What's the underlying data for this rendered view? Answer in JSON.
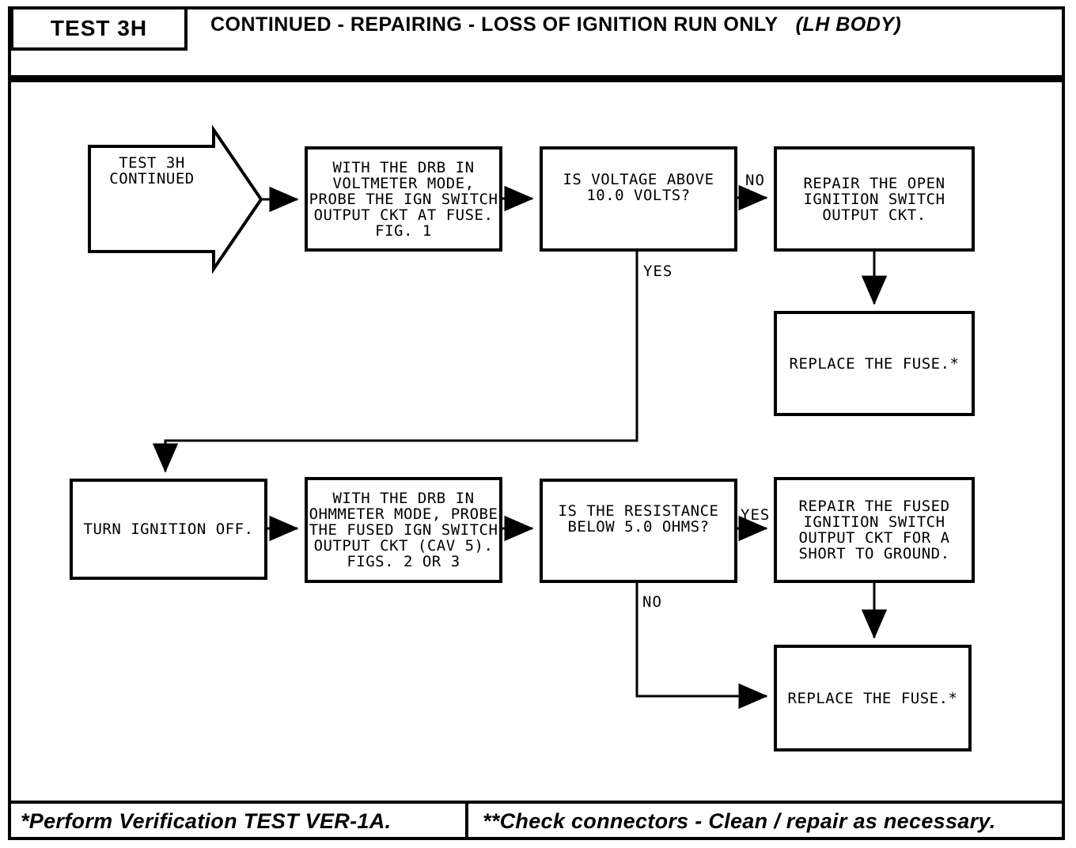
{
  "colors": {
    "ink": "#000000",
    "paper": "#ffffff"
  },
  "header": {
    "test_label": "TEST 3H",
    "title": "CONTINUED - REPAIRING - LOSS OF IGNITION RUN ONLY",
    "body_tag": "(LH BODY)"
  },
  "flowchart": {
    "start": {
      "text": "TEST 3H\nCONTINUED"
    },
    "boxes": {
      "probe_voltage": {
        "text": "WITH THE DRB IN\nVOLTMETER MODE,\nPROBE THE IGN SWITCH\nOUTPUT CKT AT FUSE.\nFIG. 1"
      },
      "voltage_question": {
        "text": "IS VOLTAGE ABOVE\n10.0 VOLTS?"
      },
      "repair_open": {
        "text": "REPAIR THE OPEN\nIGNITION SWITCH\nOUTPUT CKT."
      },
      "replace_fuse_1": {
        "text": "REPLACE THE FUSE.*"
      },
      "turn_ignition_off": {
        "text": "TURN IGNITION OFF."
      },
      "probe_resistance": {
        "text": "WITH THE DRB IN\nOHMMETER MODE, PROBE\nTHE FUSED IGN SWITCH\nOUTPUT CKT (CAV 5).\nFIGS. 2 OR 3"
      },
      "resistance_question": {
        "text": "IS THE RESISTANCE\nBELOW 5.0 OHMS?"
      },
      "repair_fused": {
        "text": "REPAIR THE FUSED\nIGNITION SWITCH\nOUTPUT CKT FOR A\nSHORT TO GROUND."
      },
      "replace_fuse_2": {
        "text": "REPLACE THE FUSE.*"
      }
    },
    "labels": {
      "no_voltage": "NO",
      "yes_voltage": "YES",
      "yes_resistance": "YES",
      "no_resistance": "NO"
    }
  },
  "footer": {
    "left_note": "*Perform Verification TEST VER-1A.",
    "right_note": "**Check connectors - Clean / repair as necessary."
  }
}
